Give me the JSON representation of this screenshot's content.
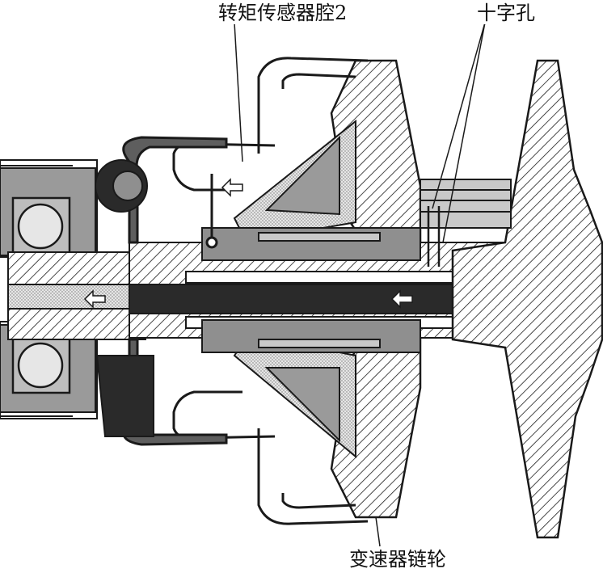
{
  "labels": {
    "torque_sensor_cavity": "转矩传感器腔2",
    "cross_hole": "十字孔",
    "transmission_sprocket": "变速器链轮"
  },
  "colors": {
    "background": "#ffffff",
    "ink": "#1a1a1a",
    "grey_dark": "#5e5e5e",
    "grey_mid": "#8f8f8f",
    "grey_light": "#c9c9c9",
    "shaft_core": "#2a2a2a"
  }
}
